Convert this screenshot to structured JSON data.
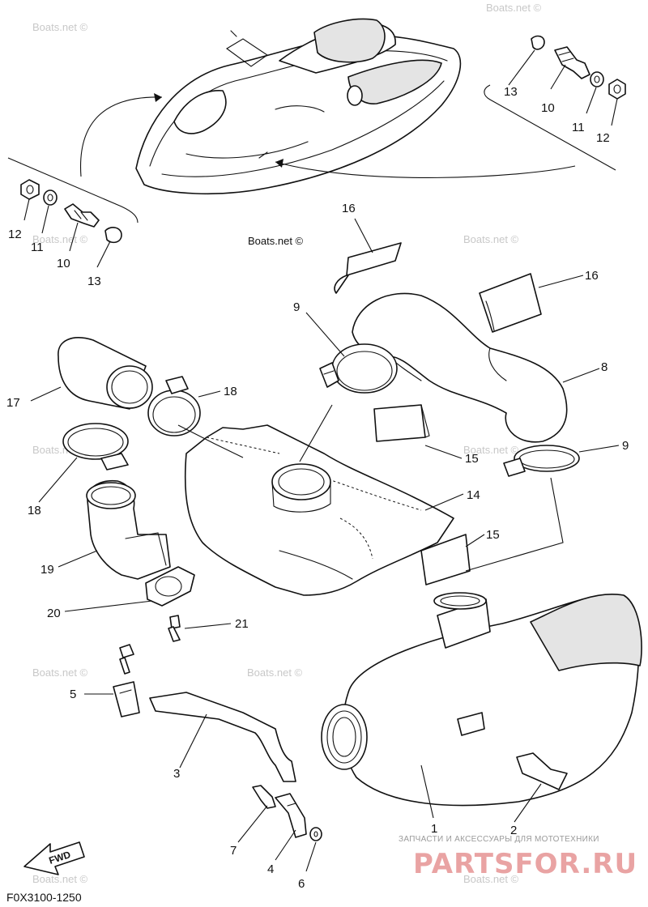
{
  "diagram": {
    "code": "F0X3100-1250",
    "forward_label": "FWD",
    "copyright_label": "Boats.net ©",
    "watermark": "Boats.net ©",
    "brand_tagline": "ЗАПЧАСТИ И АКСЕССУАРЫ ДЛЯ МОТОТЕХНИКИ",
    "brand_name": "PARTSFOR.RU",
    "brand_color": "#e9a3a3",
    "part_numbers": [
      "1",
      "2",
      "3",
      "4",
      "5",
      "6",
      "7",
      "8",
      "9",
      "9",
      "10",
      "10",
      "11",
      "11",
      "12",
      "12",
      "13",
      "13",
      "14",
      "15",
      "15",
      "16",
      "16",
      "17",
      "18",
      "18",
      "19",
      "20",
      "21"
    ]
  }
}
